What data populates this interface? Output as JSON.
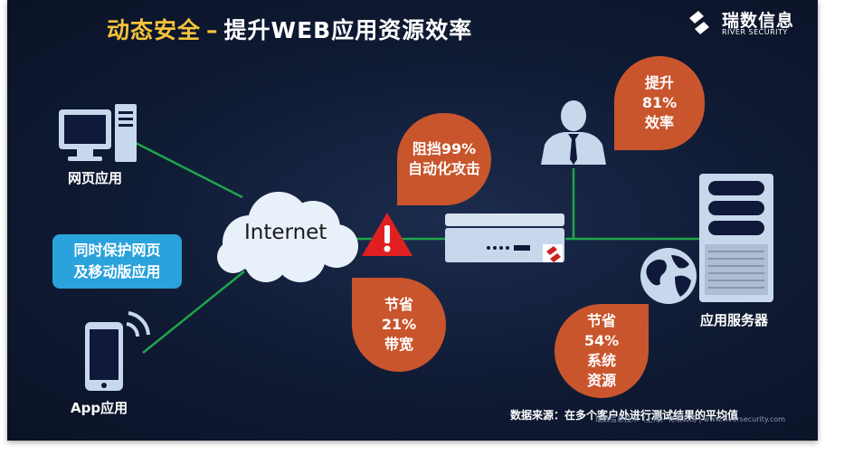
{
  "title": {
    "part1": "动态安全",
    "dash": "–",
    "part2": "提升WEB应用资源效率"
  },
  "logo": {
    "name_cn": "瑞数信息",
    "name_en": "RIVER SECURITY"
  },
  "nodes": {
    "web_app": "网页应用",
    "app": "App应用",
    "internet": "Internet",
    "server": "应用服务器"
  },
  "callout": {
    "line1": "同时保护网页",
    "line2": "及移动版应用"
  },
  "bubbles": {
    "block": {
      "line1": "阻挡99%",
      "line2": "自动化攻击"
    },
    "efficiency": {
      "line1": "提升",
      "line2": "81%",
      "line3": "效率"
    },
    "bandwidth": {
      "line1": "节省",
      "line2": "21%",
      "line3": "带宽"
    },
    "resources": {
      "line1": "节省",
      "line2": "54%",
      "line3": "系统",
      "line4": "资源"
    }
  },
  "source_note": "数据来源：在多个客户处进行测试结果的平均值",
  "footer": "瑞数信息技术（上海）有限公司  |  www.riversecurity.com",
  "colors": {
    "title_accent": "#f3c43a",
    "bubble": "#c9552d",
    "callout": "#2aa2dc",
    "line": "#1fa64a",
    "warning": "#e02020"
  }
}
